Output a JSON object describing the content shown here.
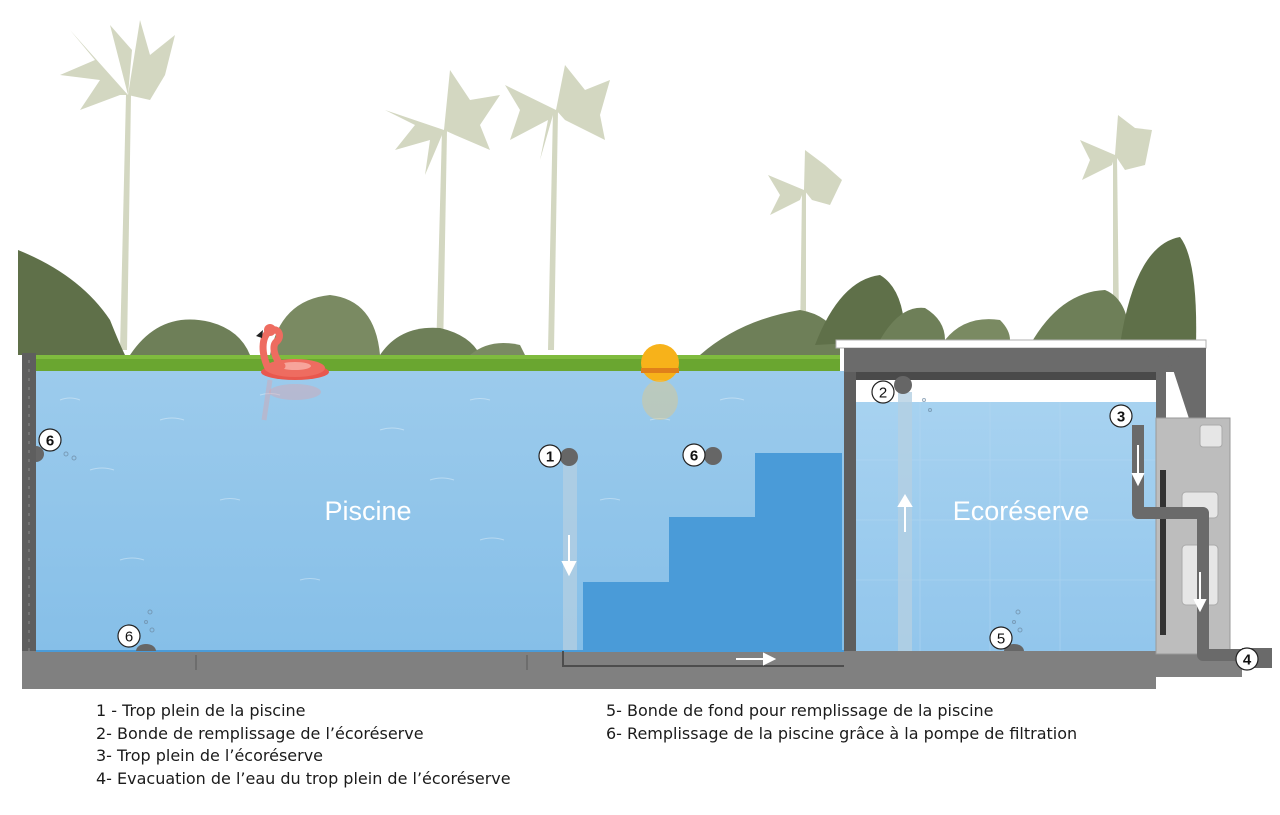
{
  "labels": {
    "pool": "Piscine",
    "reserve": "Ecoréserve"
  },
  "markers": {
    "m1": "1",
    "m2": "2",
    "m3": "3",
    "m4": "4",
    "m5": "5",
    "m6": "6"
  },
  "legend": {
    "left": [
      "1 - Trop plein de la piscine",
      "2- Bonde de remplissage de l’écoréserve",
      "3- Trop plein de l’écoréserve",
      "4- Evacuation de l’eau du trop plein de l’écoréserve"
    ],
    "right": [
      "5- Bonde de fond pour remplissage de la piscine",
      "6- Remplissage de la piscine grâce à la pompe de filtration"
    ]
  },
  "colors": {
    "water": "#8fc4ea",
    "water_light": "#a9d3f1",
    "stairs": "#4a9bd8",
    "wall": "#5e5e5e",
    "ground": "#808080",
    "grass": "#6aa630",
    "bush": "#6e7f58",
    "palm": "#d3d7c1",
    "pipe": "#6a6a6a",
    "marker_text": "#111111"
  },
  "icons": [
    "palm-tree-icon",
    "bush-icon",
    "flamingo-float-icon",
    "buoy-ball-icon",
    "arrow-icon"
  ]
}
